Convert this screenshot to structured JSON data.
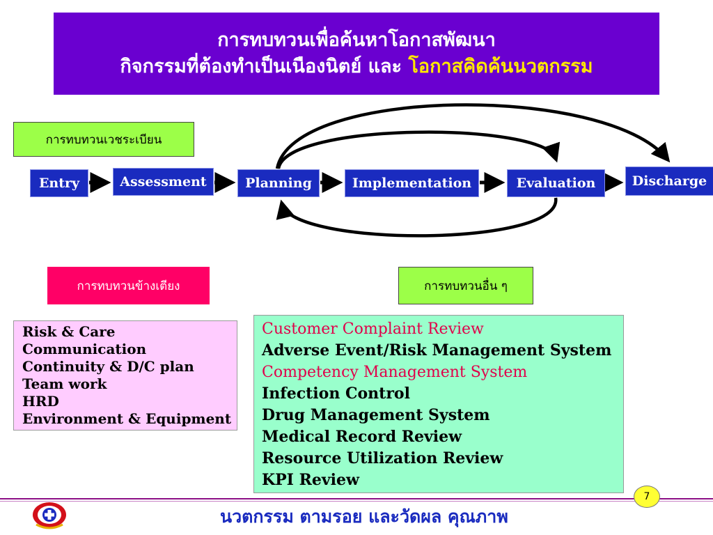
{
  "title": {
    "line1": "การทบทวนเพื่อค้นหาโอกาสพัฒนา",
    "line2_prefix": "กิจกรรมที่ต้องทำเป็นเนืองนิตย์ และ ",
    "line2_highlight": "โอกาสคิดค้นนวตกรรม"
  },
  "labels": {
    "chart_review": "การทบทวนเวชระเบียน",
    "bedside_review": "การทบทวนข้างเตียง",
    "other_review": "การทบทวนอื่น ๆ"
  },
  "process_steps": [
    "Entry",
    "Assessment",
    "Planning",
    "Implementation",
    "Evaluation",
    "Discharge"
  ],
  "bedside_items": [
    "Risk & Care",
    "Communication",
    "Continuity & D/C plan",
    "Team work",
    "HRD",
    "Environment & Equipment"
  ],
  "other_items": [
    "Customer Complaint Review",
    "Adverse Event/Risk Management System",
    "Competency Management System",
    "Infection Control",
    "Drug Management System",
    "Medical Record Review",
    "Resource Utilization Review",
    "KPI Review"
  ],
  "footer": {
    "text": "นวตกรรม ตามรอย และวัดผล คุณภาพ",
    "page_number": "7"
  },
  "colors": {
    "title_bg": "#6a00d0",
    "title_highlight": "#ffe800",
    "step_bg": "#1a2bbf",
    "green_label": "#9cff48",
    "bedside_label": "#ff0066",
    "bedside_list_bg": "#ffccff",
    "other_list_bg": "#99ffcc",
    "highlight_text": "#e0004a"
  }
}
